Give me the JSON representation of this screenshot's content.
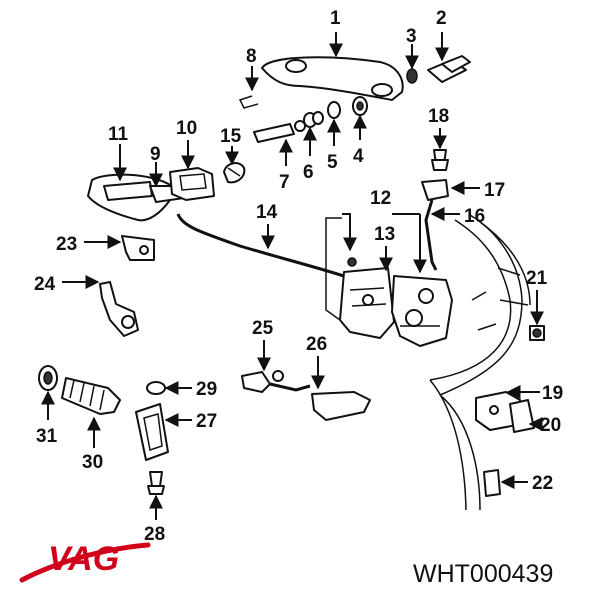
{
  "callouts": [
    "1",
    "2",
    "3",
    "4",
    "5",
    "6",
    "7",
    "8",
    "9",
    "10",
    "11",
    "12",
    "13",
    "14",
    "15",
    "16",
    "17",
    "18",
    "19",
    "20",
    "21",
    "22",
    "23",
    "24",
    "25",
    "26",
    "27",
    "28",
    "29",
    "30",
    "31"
  ],
  "brand": {
    "name": "VAG",
    "color": "#d0021b"
  },
  "part_number": "WHT000439"
}
